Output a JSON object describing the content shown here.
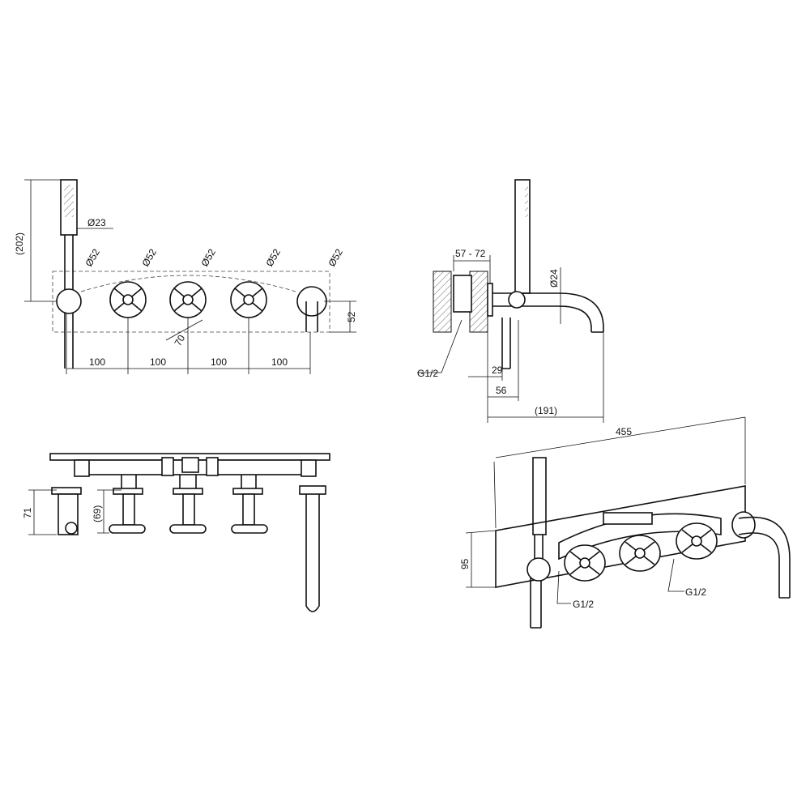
{
  "front_view": {
    "height_overall": "(202)",
    "hose_diameter": "Ø23",
    "diameters": [
      "Ø52",
      "Ø52",
      "Ø52",
      "Ø52",
      "Ø52"
    ],
    "plate_height": "52",
    "angle_dim": "70",
    "spacings": [
      "100",
      "100",
      "100",
      "100"
    ]
  },
  "side_view": {
    "wall_depth": "57 - 72",
    "spout_diameter": "Ø24",
    "connection": "G1/2",
    "dim_29": "29",
    "dim_56": "56",
    "spout_reach": "(191)"
  },
  "top_view": {
    "depth": "71",
    "handle_depth": "(69)"
  },
  "perspective_view": {
    "length": "455",
    "height": "95",
    "connection_left": "G1/2",
    "connection_right": "G1/2"
  }
}
